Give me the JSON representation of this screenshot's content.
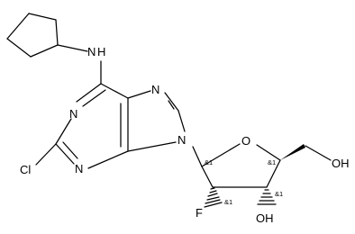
{
  "atoms": {
    "nh": "N",
    "h_of_nh": "H",
    "n1": "N",
    "n3": "N",
    "n7": "N",
    "n9": "N",
    "cl": "Cl",
    "o_ring": "O",
    "f": "F",
    "oh_3prime": "OH",
    "oh_5prime": "OH"
  },
  "stereo_labels": {
    "c1": "&1",
    "c2": "&1",
    "c3": "&1",
    "c4": "&1"
  }
}
